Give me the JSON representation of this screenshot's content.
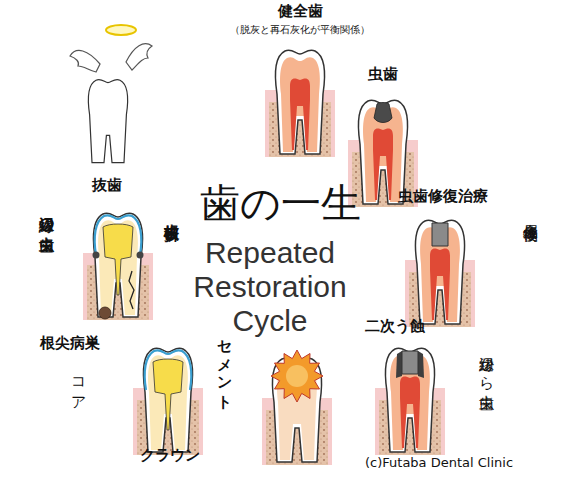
{
  "diagram": {
    "title": "歯の一生",
    "labels": [
      "健全歯",
      "（脱灰と再石灰化が平衡関係）",
      "虫歯",
      "抜歯",
      "辺縁の虫歯",
      "歯根破折",
      "虫歯修復治療",
      "金属修復物",
      "Repeated Restoration Cycle",
      "根尖病巣",
      "二次う蝕",
      "セメント",
      "辺縁から虫歯",
      "コア",
      "クラウン",
      "(c)Futaba Dental Clinic"
    ]
  }
}
